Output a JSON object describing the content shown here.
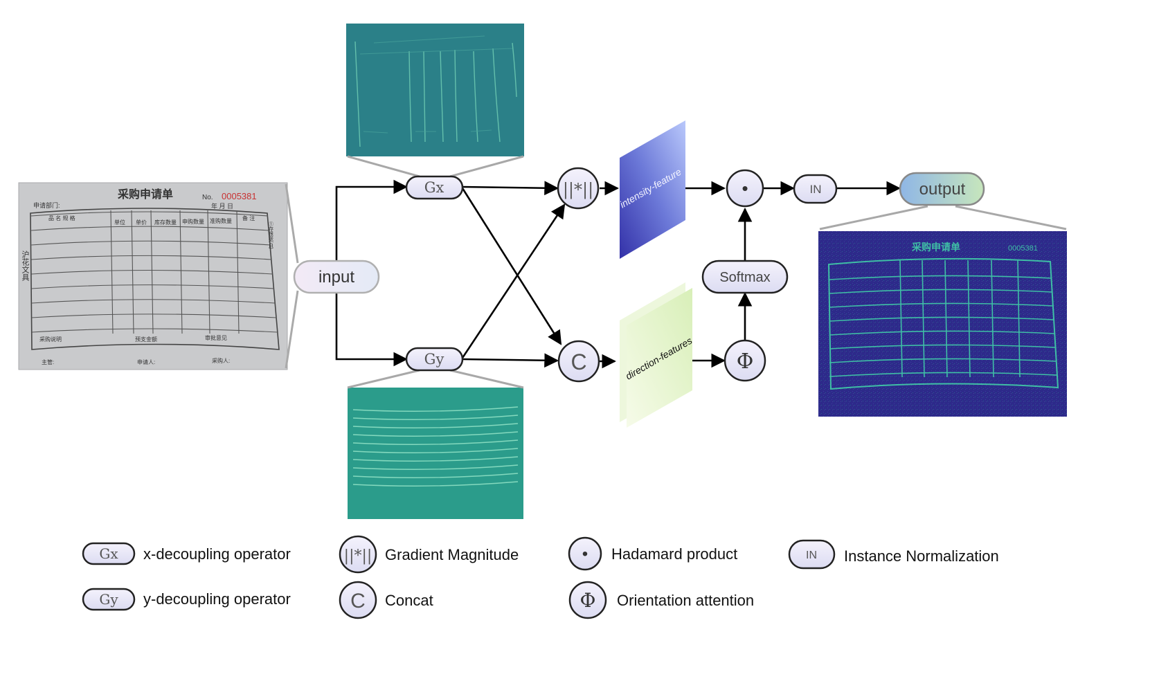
{
  "nodes": {
    "input": "input",
    "gx": "Gx",
    "gy": "Gy",
    "gradient_magnitude": "||*||",
    "concat": "C",
    "intensity_feature": "intensity-feature",
    "direction_features": "direction-features",
    "hadamard": "•",
    "orientation": "Φ",
    "softmax": "Softmax",
    "instance_norm": "IN",
    "output": "output"
  },
  "document": {
    "title": "采购申请单",
    "number_prefix": "No.",
    "number": "0005381",
    "dept_label": "申请部门:",
    "date_label": "年   月   日",
    "col_headers": [
      "品  名  规  格",
      "单位",
      "单价",
      "库存数量",
      "申购数量",
      "准购数量",
      "备 注"
    ],
    "side_text": "沪花文具",
    "right_side_text": "①存根联(白)",
    "footer_left": "采购说明",
    "footer_mid": "预支金额",
    "footer_right": "审批意见",
    "sign_supervisor": "主管:",
    "sign_applicant": "申请人:",
    "sign_buyer": "采购人:"
  },
  "legend": [
    {
      "symbol": "Gx",
      "text": "x-decoupling operator"
    },
    {
      "symbol": "Gy",
      "text": "y-decoupling operator"
    },
    {
      "symbol": "||*||",
      "text": "Gradient Magnitude"
    },
    {
      "symbol": "C",
      "text": "Concat"
    },
    {
      "symbol": "•",
      "text": "Hadamard product"
    },
    {
      "symbol": "Φ",
      "text": "Orientation attention"
    },
    {
      "symbol": "IN",
      "text": "Instance Normalization"
    }
  ],
  "colors": {
    "node_fill": "#e8e8f8",
    "gx_map": "#2a7f8a",
    "gy_map": "#2a9a8a",
    "output_map": "#2d2a8a",
    "output_lines": "#3ab5a0",
    "intensity_dark": "#3a36b0",
    "intensity_light": "#a8b8f8",
    "direction_light": "#e6f6cc"
  }
}
